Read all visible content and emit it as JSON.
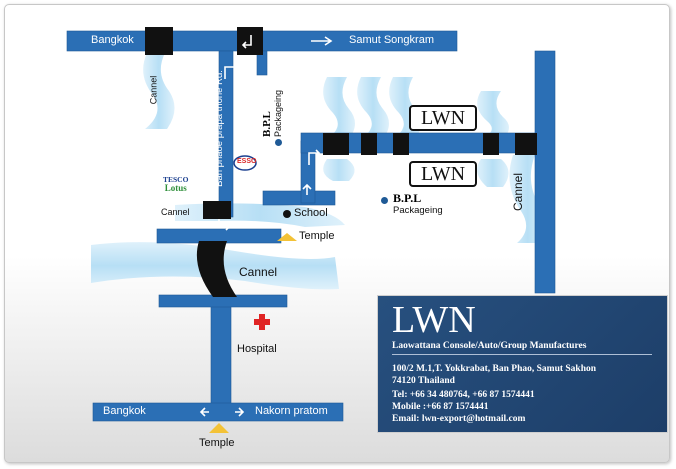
{
  "map": {
    "roads": {
      "top_left": "Bangkok",
      "top_right": "Samut Songkram",
      "bottom_left": "Bangkok",
      "bottom_right": "Nakorn pratom",
      "vertical": "Ban phaoe prapa thone Rd."
    },
    "water": {
      "canal_label": "Cannel",
      "canal_main": "Cannel",
      "canal_right": "Cannel",
      "canal_left_label": "Cannel"
    },
    "landmarks": {
      "bpl_top_title": "B.P.L",
      "bpl_top_sub": "Packageing",
      "bpl_bottom_title": "B.P.L",
      "bpl_bottom_sub": "Packageing",
      "school": "School",
      "temple_mid": "Temple",
      "temple_bottom": "Temple",
      "hospital": "Hospital",
      "tesco_top": "TESCO",
      "tesco_bottom": "Lotus",
      "esso": "ESSO"
    },
    "signs": {
      "lwn_top": "LWN",
      "lwn_bottom": "LWN"
    },
    "colors": {
      "road": "#2b6fb5",
      "water": "#bfe3f7",
      "bridge": "#111111",
      "temple": "#f3c237",
      "hospital": "#e02424",
      "panel": "#23497a"
    }
  },
  "company": {
    "name": "LWN",
    "tagline": "Laowattana Console/Auto/Group Manufactures",
    "address_1": "100/2 M.1,T. Yokkrabat, Ban Phao, Samut Sakhon",
    "address_2": "74120 Thailand",
    "tel": "Tel: +66 34 480764, +66 87 1574441",
    "mobile": "Mobile :+66 87 1574441",
    "email": "Email: lwn-export@hotmail.com"
  }
}
